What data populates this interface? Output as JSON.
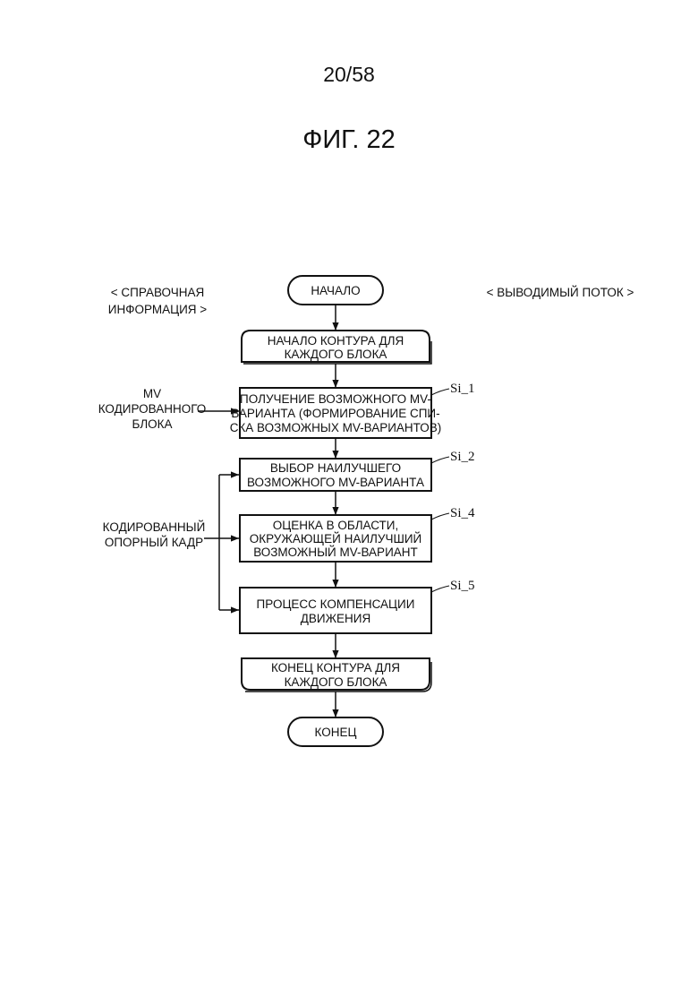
{
  "page_number": "20/58",
  "figure_title": "ФИГ. 22",
  "left_header": [
    "< СПРАВОЧНАЯ",
    "ИНФОРМАЦИЯ >"
  ],
  "right_header": "< ВЫВОДИМЫЙ ПОТОК >",
  "nodes": {
    "start": "НАЧАЛО",
    "loop_start": [
      "НАЧАЛО КОНТУРА ДЛЯ",
      "КАЖДОГО БЛОКА"
    ],
    "si1": [
      "ПОЛУЧЕНИЕ ВОЗМОЖНОГО MV-",
      "ВАРИАНТА (ФОРМИРОВАНИЕ СПИ-",
      "СКА ВОЗМОЖНЫХ MV-ВАРИАНТОВ)"
    ],
    "si2": [
      "ВЫБОР НАИЛУЧШЕГО",
      "ВОЗМОЖНОГО MV-ВАРИАНТА"
    ],
    "si4": [
      "ОЦЕНКА В ОБЛАСТИ,",
      "ОКРУЖАЮЩЕЙ НАИЛУЧШИЙ",
      "ВОЗМОЖНЫЙ MV-ВАРИАНТ"
    ],
    "si5": [
      "ПРОЦЕСС КОМПЕНСАЦИИ",
      "ДВИЖЕНИЯ"
    ],
    "loop_end": [
      "КОНЕЦ КОНТУРА ДЛЯ",
      "КАЖДОГО БЛОКА"
    ],
    "end": "КОНЕЦ"
  },
  "step_labels": {
    "si1": "Si_1",
    "si2": "Si_2",
    "si4": "Si_4",
    "si5": "Si_5"
  },
  "inputs": {
    "mv": [
      "MV",
      "КОДИРОВАННОГО",
      "БЛОКА"
    ],
    "ref_frame": [
      "КОДИРОВАННЫЙ",
      "ОПОРНЫЙ КАДР"
    ]
  }
}
